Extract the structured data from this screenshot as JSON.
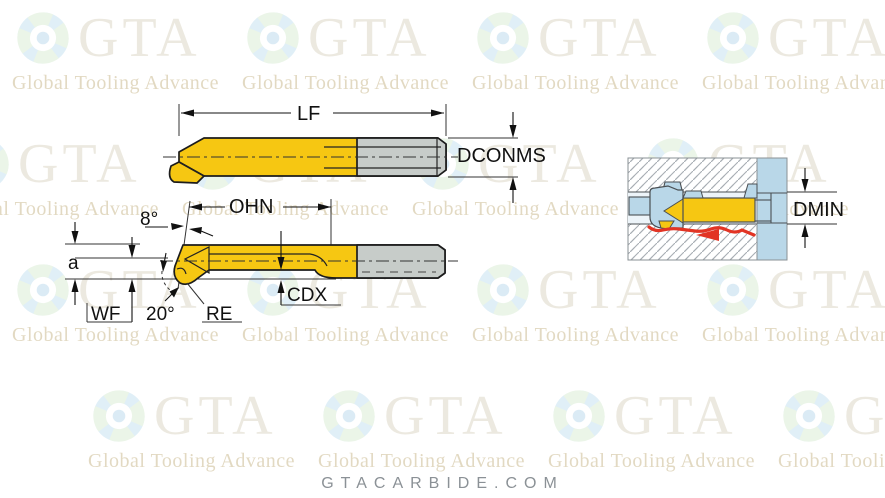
{
  "labels": {
    "lf": "LF",
    "dconms": "DCONMS",
    "ohn": "OHN",
    "cdx": "CDX",
    "dmin": "DMIN",
    "a": "a",
    "wf": "WF",
    "re": "RE",
    "angle_front": "8°",
    "angle_nose": "20°"
  },
  "watermark": {
    "brand": "GTA",
    "tagline": "Global Tooling Advance"
  },
  "footer": {
    "text": "GTACARBIDE.COM"
  },
  "colors": {
    "tool_yellow": "#f6c712",
    "shank_gray": "#c7ccc9",
    "fixture_blue": "#b9d7e8",
    "bore_blue": "#edf4f9",
    "cut_red": "#e23424",
    "line": "#1a1a1a"
  }
}
